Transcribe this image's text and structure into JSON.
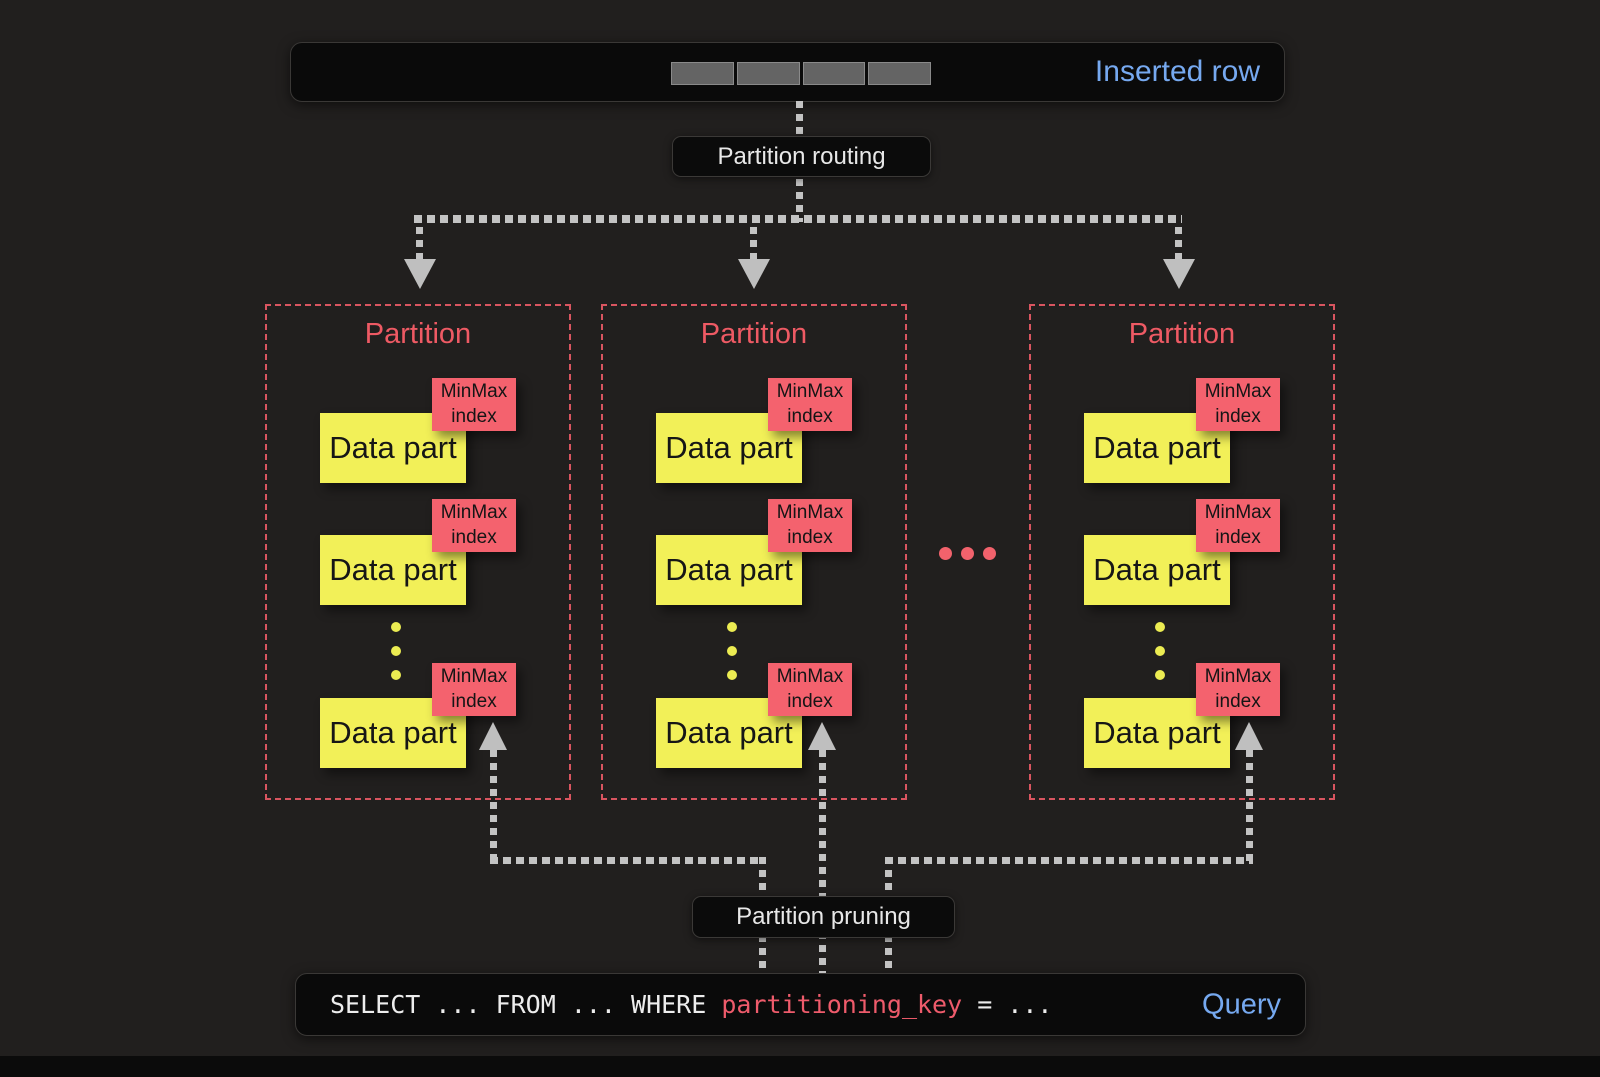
{
  "colors": {
    "background": "#211f1e",
    "bar_background": "#0a0a0a",
    "accent_blue": "#76a9f0",
    "partition_red": "#ee5a64",
    "minmax_red": "#f4626e",
    "datapart_yellow": "#f2f058",
    "arrow_gray": "#c3c3c3",
    "code_highlight_red": "#ee5b6b",
    "label_text": "#e8e8e8"
  },
  "inserted_row": {
    "label": "Inserted row",
    "segment_count": 4
  },
  "labels": {
    "routing": "Partition routing",
    "pruning": "Partition pruning"
  },
  "partitions": [
    {
      "title": "Partition",
      "data_parts": [
        {
          "label": "Data part",
          "index_label": "MinMax index"
        },
        {
          "label": "Data part",
          "index_label": "MinMax index"
        },
        {
          "label": "Data part",
          "index_label": "MinMax index"
        }
      ]
    },
    {
      "title": "Partition",
      "data_parts": [
        {
          "label": "Data part",
          "index_label": "MinMax index"
        },
        {
          "label": "Data part",
          "index_label": "MinMax index"
        },
        {
          "label": "Data part",
          "index_label": "MinMax index"
        }
      ]
    },
    {
      "title": "Partition",
      "data_parts": [
        {
          "label": "Data part",
          "index_label": "MinMax index"
        },
        {
          "label": "Data part",
          "index_label": "MinMax index"
        },
        {
          "label": "Data part",
          "index_label": "MinMax index"
        }
      ]
    }
  ],
  "query": {
    "select_clause": "SELECT ... FROM ... WHERE ",
    "key": "partitioning_key",
    "suffix": " = ...",
    "label": "Query"
  }
}
